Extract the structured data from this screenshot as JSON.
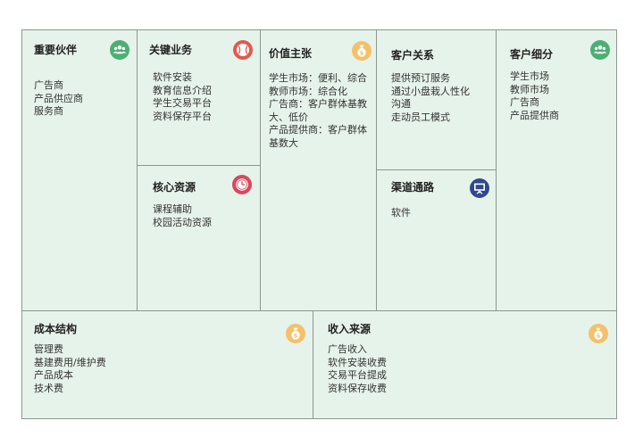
{
  "partners": {
    "title": "重要伙伴",
    "icon": "people-icon",
    "items": [
      "广告商",
      "产品供应商",
      "服务商"
    ]
  },
  "activities": {
    "title": "关键业务",
    "icon": "baseball-icon",
    "items": [
      "软件安装",
      "教育信息介绍",
      "学生交易平台",
      "资料保存平台"
    ]
  },
  "resources": {
    "title": "核心资源",
    "icon": "clock-icon",
    "items": [
      "课程辅助",
      "校园活动资源"
    ]
  },
  "value": {
    "title": "价值主张",
    "icon": "money-bag-icon",
    "items": [
      "学生市场：便利、综合",
      "教师市场：综合化",
      "广告商：客户群体基教",
      "大、低价",
      "产品提供商：客户群体",
      "基数大"
    ]
  },
  "relationships": {
    "title": "客户关系",
    "items": [
      "提供预订服务",
      "通过小盘栽人性化",
      "沟通",
      "走动员工模式"
    ]
  },
  "channels": {
    "title": "渠道通路",
    "icon": "presentation-board-icon",
    "items": [
      "软件"
    ]
  },
  "segments": {
    "title": "客户细分",
    "icon": "people-icon",
    "items": [
      "学生市场",
      "教师市场",
      "广告商",
      "产品提供商"
    ]
  },
  "cost": {
    "title": "成本结构",
    "icon": "money-bag-icon",
    "items": [
      "管理费",
      "基建费用/维护费",
      "产品成本",
      "技术费"
    ]
  },
  "revenue": {
    "title": "收入来源",
    "icon": "money-bag-icon",
    "items": [
      "广告收入",
      "软件安装收费",
      "交易平台提成",
      "资料保存收费"
    ]
  },
  "colors": {
    "cell_bg": "#e6f3ea",
    "border": "#8c978f",
    "people_icon": "#4caf72",
    "baseball_icon": "#e05a4e",
    "clock_icon": "#d9475c",
    "money_icon": "#f4c06a",
    "board_icon": "#2e4a8f"
  }
}
